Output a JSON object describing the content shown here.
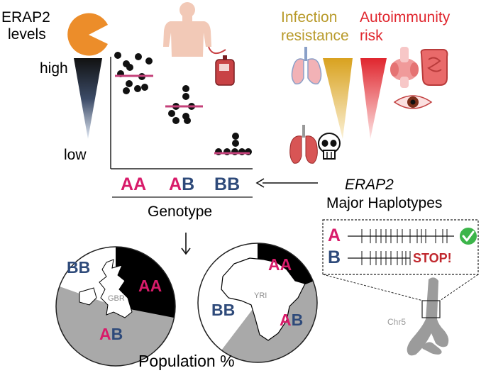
{
  "erap2": {
    "levels_title_line1": "ERAP2",
    "levels_title_line2": "levels",
    "high_label": "high",
    "low_label": "low"
  },
  "risk": {
    "infection_line1": "Infection",
    "infection_line2": "resistance",
    "autoimmunity_line1": "Autoimmunity",
    "autoimmunity_line2": "risk"
  },
  "genotype": {
    "groups": [
      {
        "first": "A",
        "second": "A"
      },
      {
        "first": "A",
        "second": "B"
      },
      {
        "first": "B",
        "second": "B"
      }
    ],
    "axis_label": "Genotype"
  },
  "haplotypes": {
    "title_line1": "ERAP2",
    "title_line2": "Major Haplotypes",
    "a_label": "A",
    "b_label": "B",
    "stop_label": "STOP!",
    "chromosome_label": "Chr5"
  },
  "population": {
    "title": "Population %",
    "gbr": {
      "map_label": "GBR",
      "bb_label": "BB",
      "aa_label": "AA",
      "ab_label": "AB"
    },
    "yri": {
      "map_label": "YRI",
      "bb_label": "BB",
      "aa_label": "AA",
      "ab_label": "AB"
    }
  },
  "colors": {
    "A": "#d81b6a",
    "B": "#2e4a7a",
    "infection": "#b89a2a",
    "autoimmunity": "#e0262e",
    "median_line": "#c4417a"
  }
}
